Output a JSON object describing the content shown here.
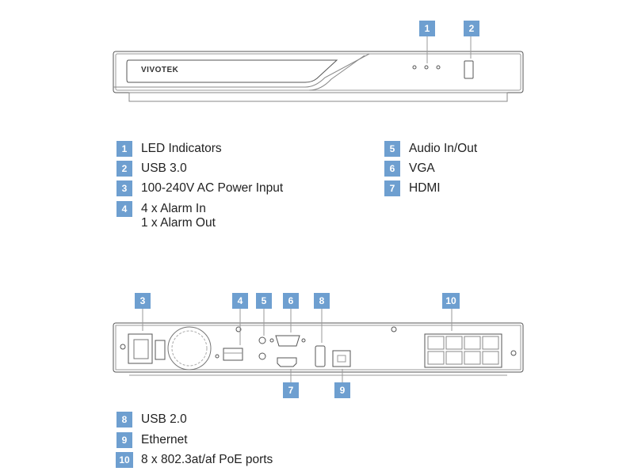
{
  "brand": "VIVOTEK",
  "badge_color": "#6e9fd0",
  "callouts": {
    "c1": "1",
    "c2": "2",
    "c3": "3",
    "c4": "4",
    "c5": "5",
    "c6": "6",
    "c7": "7",
    "c8": "8",
    "c9": "9",
    "c10": "10"
  },
  "legend": [
    {
      "num": "1",
      "label": "LED Indicators"
    },
    {
      "num": "2",
      "label": "USB 3.0"
    },
    {
      "num": "3",
      "label": "100-240V AC Power Input"
    },
    {
      "num": "4",
      "label": "4 x Alarm In",
      "label2": "1 x Alarm Out"
    },
    {
      "num": "5",
      "label": "Audio In/Out"
    },
    {
      "num": "6",
      "label": "VGA"
    },
    {
      "num": "7",
      "label": "HDMI"
    },
    {
      "num": "8",
      "label": "USB 2.0"
    },
    {
      "num": "9",
      "label": "Ethernet"
    },
    {
      "num": "10",
      "label": "8 x 802.3at/af PoE ports"
    }
  ]
}
